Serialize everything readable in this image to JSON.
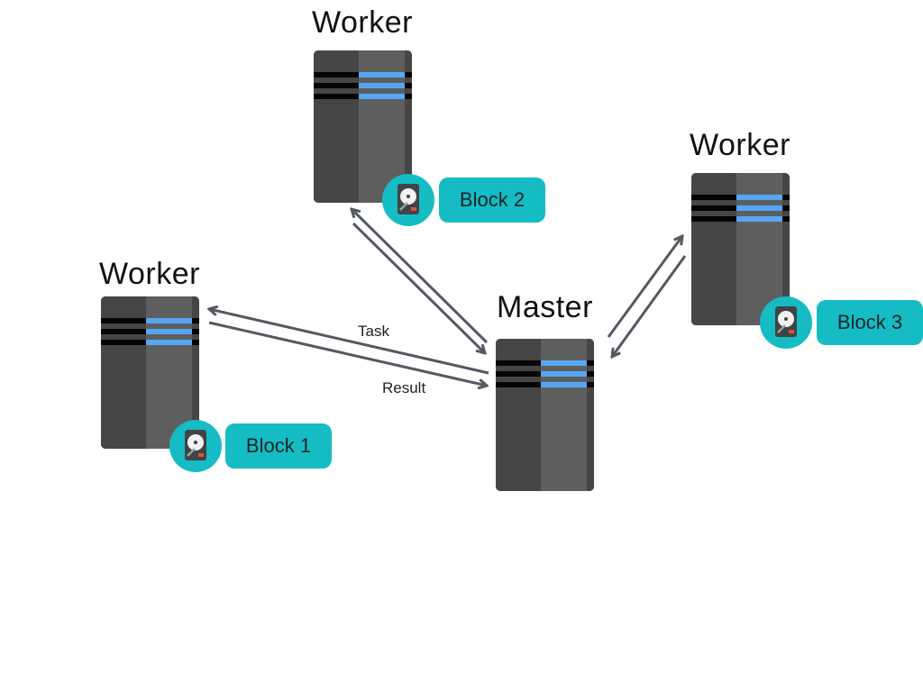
{
  "nodes": {
    "worker_top": {
      "label": "Worker",
      "block": "Block 2"
    },
    "worker_left": {
      "label": "Worker",
      "block": "Block 1"
    },
    "worker_right": {
      "label": "Worker",
      "block": "Block 3"
    },
    "master": {
      "label": "Master"
    }
  },
  "edges": {
    "task_label": "Task",
    "result_label": "Result"
  },
  "icons": {
    "disk": "hard-disk-icon",
    "server": "server-icon"
  },
  "colors": {
    "accent": "#16bcc4",
    "server_dark": "#464646",
    "server_mid": "#5e5e5e",
    "led": "#55a7f5",
    "arrow": "#545861"
  }
}
